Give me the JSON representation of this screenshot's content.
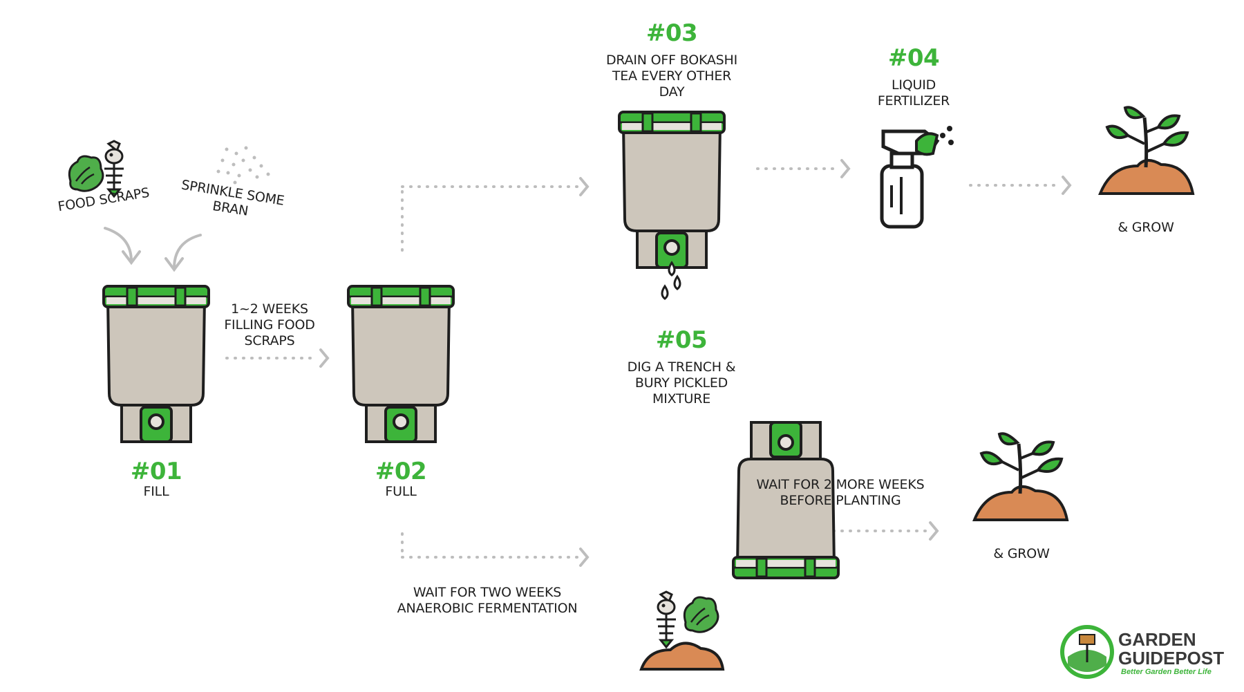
{
  "steps": {
    "s01": {
      "number": "#01",
      "label": "FILL"
    },
    "s02": {
      "number": "#02",
      "label": "FULL"
    },
    "s03": {
      "number": "#03",
      "label": "DRAIN OFF BOKASHI\nTEA EVERY OTHER\nDAY"
    },
    "s04": {
      "number": "#04",
      "label": "LIQUID\nFERTILIZER"
    },
    "s05": {
      "number": "#05",
      "label": "DIG A TRENCH &\nBURY PICKLED\nMIXTURE"
    }
  },
  "inputs": {
    "food_scraps": "FOOD SCRAPS",
    "sprinkle_bran": "SPRINKLE SOME\nBRAN"
  },
  "transitions": {
    "fill_to_full": "1~2 WEEKS\nFILLING FOOD\nSCRAPS",
    "fermentation": "WAIT FOR TWO WEEKS\nANAEROBIC FERMENTATION",
    "before_planting": "WAIT FOR 2 MORE WEEKS\nBEFORE PLANTING"
  },
  "outcomes": {
    "grow_top": "& GROW",
    "grow_bottom": "& GROW"
  },
  "logo": {
    "title": "GARDEN\nGUIDEPOST",
    "tagline": "Better Garden Better Life"
  },
  "colors": {
    "accent_green": "#3db43a",
    "bucket_body": "#cdc6bb",
    "outline": "#1e1e1e",
    "soil": "#d98a55",
    "arrow_gray": "#bdbdbd"
  },
  "icons": [
    "lettuce-icon",
    "fish-bone-icon",
    "bran-dots-icon",
    "bucket-icon",
    "spray-bottle-icon",
    "sprout-icon",
    "soil-mound-icon",
    "water-drop-icon"
  ]
}
